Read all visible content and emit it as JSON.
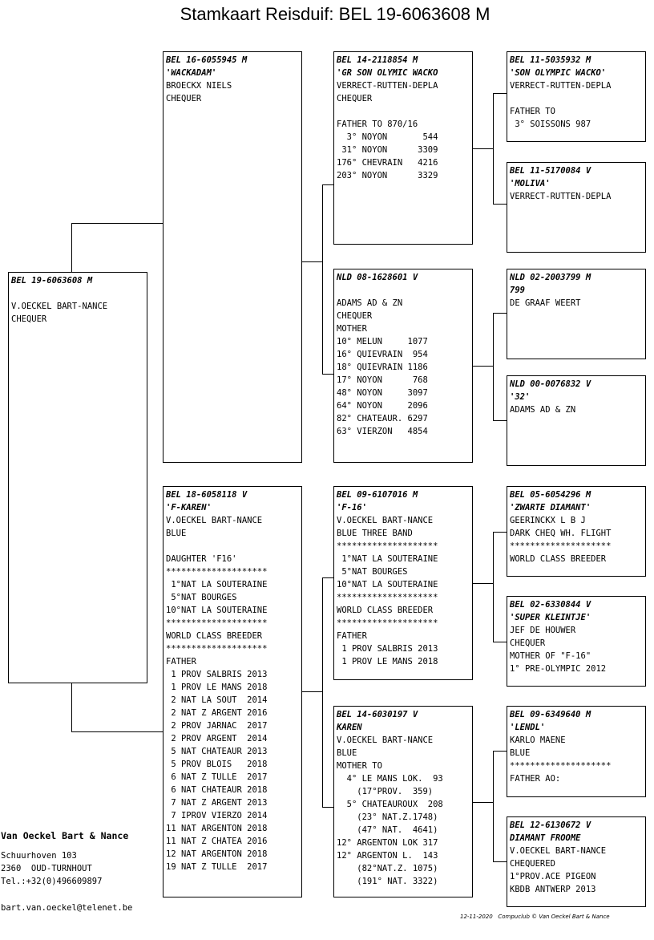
{
  "title": "Stamkaart Reisduif: BEL 19-6063608 M",
  "boxes": {
    "subject": {
      "ring": "BEL 19-6063608 M",
      "lines": [
        "",
        "V.OECKEL BART-NANCE",
        "CHEQUER"
      ]
    },
    "father": {
      "ring": "BEL 16-6055945 M",
      "name": "'WACKADAM'",
      "lines": [
        "BROECKX NIELS",
        "CHEQUER"
      ]
    },
    "mother": {
      "ring": "BEL 18-6058118 V",
      "name": "'F-KAREN'",
      "lines": [
        "V.OECKEL BART-NANCE",
        "BLUE",
        "",
        "DAUGHTER 'F16'",
        "********************",
        " 1°NAT LA SOUTERAINE",
        " 5°NAT BOURGES",
        "10°NAT LA SOUTERAINE",
        "********************",
        "WORLD CLASS BREEDER",
        "********************",
        "FATHER",
        " 1 PROV SALBRIS 2013",
        " 1 PROV LE MANS 2018",
        " 2 NAT LA SOUT  2014",
        " 2 NAT Z ARGENT 2016",
        " 2 PROV JARNAC  2017",
        " 2 PROV ARGENT  2014",
        " 5 NAT CHATEAUR 2013",
        " 5 PROV BLOIS   2018",
        " 6 NAT Z TULLE  2017",
        " 6 NAT CHATEAUR 2018",
        " 7 NAT Z ARGENT 2013",
        " 7 IPROV VIERZO 2014",
        "11 NAT ARGENTON 2018",
        "11 NAT Z CHATEA 2016",
        "12 NAT ARGENTON 2018",
        "19 NAT Z TULLE  2017"
      ]
    },
    "ff": {
      "ring": "BEL 14-2118854 M",
      "name": "'GR SON OLYMIC WACKO",
      "lines": [
        "VERRECT-RUTTEN-DEPLA",
        "CHEQUER",
        "",
        "FATHER TO 870/16",
        "  3° NOYON       544",
        " 31° NOYON      3309",
        "176° CHEVRAIN   4216",
        "203° NOYON      3329"
      ]
    },
    "fm": {
      "ring": "NLD 08-1628601 V",
      "name": "",
      "lines": [
        "ADAMS AD & ZN",
        "CHEQUER",
        "MOTHER",
        "10° MELUN     1077",
        "16° QUIEVRAIN  954",
        "18° QUIEVRAIN 1186",
        "17° NOYON      768",
        "48° NOYON     3097",
        "64° NOYON     2096",
        "82° CHATEAUR. 6297",
        "63° VIERZON   4854"
      ]
    },
    "mf": {
      "ring": "BEL 09-6107016 M",
      "name": "'F-16'",
      "lines": [
        "V.OECKEL BART-NANCE",
        "BLUE THREE BAND",
        "********************",
        " 1°NAT LA SOUTERAINE",
        " 5°NAT BOURGES",
        "10°NAT LA SOUTERAINE",
        "********************",
        "WORLD CLASS BREEDER",
        "********************",
        "FATHER",
        " 1 PROV SALBRIS 2013",
        " 1 PROV LE MANS 2018"
      ]
    },
    "mm": {
      "ring": "BEL 14-6030197 V",
      "name": "KAREN",
      "lines": [
        "V.OECKEL BART-NANCE",
        "BLUE",
        "MOTHER TO",
        "  4° LE MANS LOK.  93",
        "    (17°PROV.  359)",
        "  5° CHATEAUROUX  208",
        "    (23° NAT.Z.1748)",
        "    (47° NAT.  4641)",
        "12° ARGENTON LOK 317",
        "12° ARGENTON L.  143",
        "    (82°NAT.Z. 1075)",
        "    (191° NAT. 3322)"
      ]
    },
    "fff": {
      "ring": "BEL 11-5035932 M",
      "name": "'SON OLYMPIC WACKO'",
      "lines": [
        "VERRECT-RUTTEN-DEPLA",
        "",
        "FATHER TO",
        " 3° SOISSONS 987"
      ]
    },
    "ffm": {
      "ring": "BEL 11-5170084 V",
      "name": "'MOLIVA'",
      "lines": [
        "VERRECT-RUTTEN-DEPLA"
      ]
    },
    "fmf": {
      "ring": "NLD 02-2003799 M",
      "name": "799",
      "lines": [
        "DE GRAAF WEERT"
      ]
    },
    "fmm": {
      "ring": "NLD 00-0076832 V",
      "name": "'32'",
      "lines": [
        "ADAMS AD & ZN"
      ]
    },
    "mff": {
      "ring": "BEL 05-6054296 M",
      "name": "'ZWARTE DIAMANT'",
      "lines": [
        "GEERINCKX L B J",
        "DARK CHEQ WH. FLIGHT",
        "********************",
        "WORLD CLASS BREEDER"
      ]
    },
    "mfm": {
      "ring": "BEL 02-6330844 V",
      "name": "'SUPER KLEINTJE'",
      "lines": [
        "JEF DE HOUWER",
        "CHEQUER",
        "MOTHER OF \"F-16\"",
        "1° PRE-OLYMPIC 2012"
      ]
    },
    "mmf": {
      "ring": "BEL 09-6349640 M",
      "name": "'LENDL'",
      "lines": [
        "KARLO MAENE",
        "BLUE",
        "********************",
        "FATHER AO:"
      ]
    },
    "mmm": {
      "ring": "BEL 12-6130672 V",
      "name": "DIAMANT FROOME",
      "lines": [
        "V.OECKEL BART-NANCE",
        "CHEQUERED",
        "1°PROV.ACE PIGEON",
        "KBDB ANTWERP 2013"
      ]
    }
  },
  "owner": {
    "name": "Van Oeckel Bart & Nance",
    "address1": "Schuurhoven 103",
    "address2": "2360  OUD-TURNHOUT",
    "phone": "Tel.:+32(0)496609897",
    "email": "bart.van.oeckel@telenet.be"
  },
  "footer": {
    "date": "12-11-2020",
    "credit": "Compuclub © Van Oeckel Bart & Nance"
  }
}
